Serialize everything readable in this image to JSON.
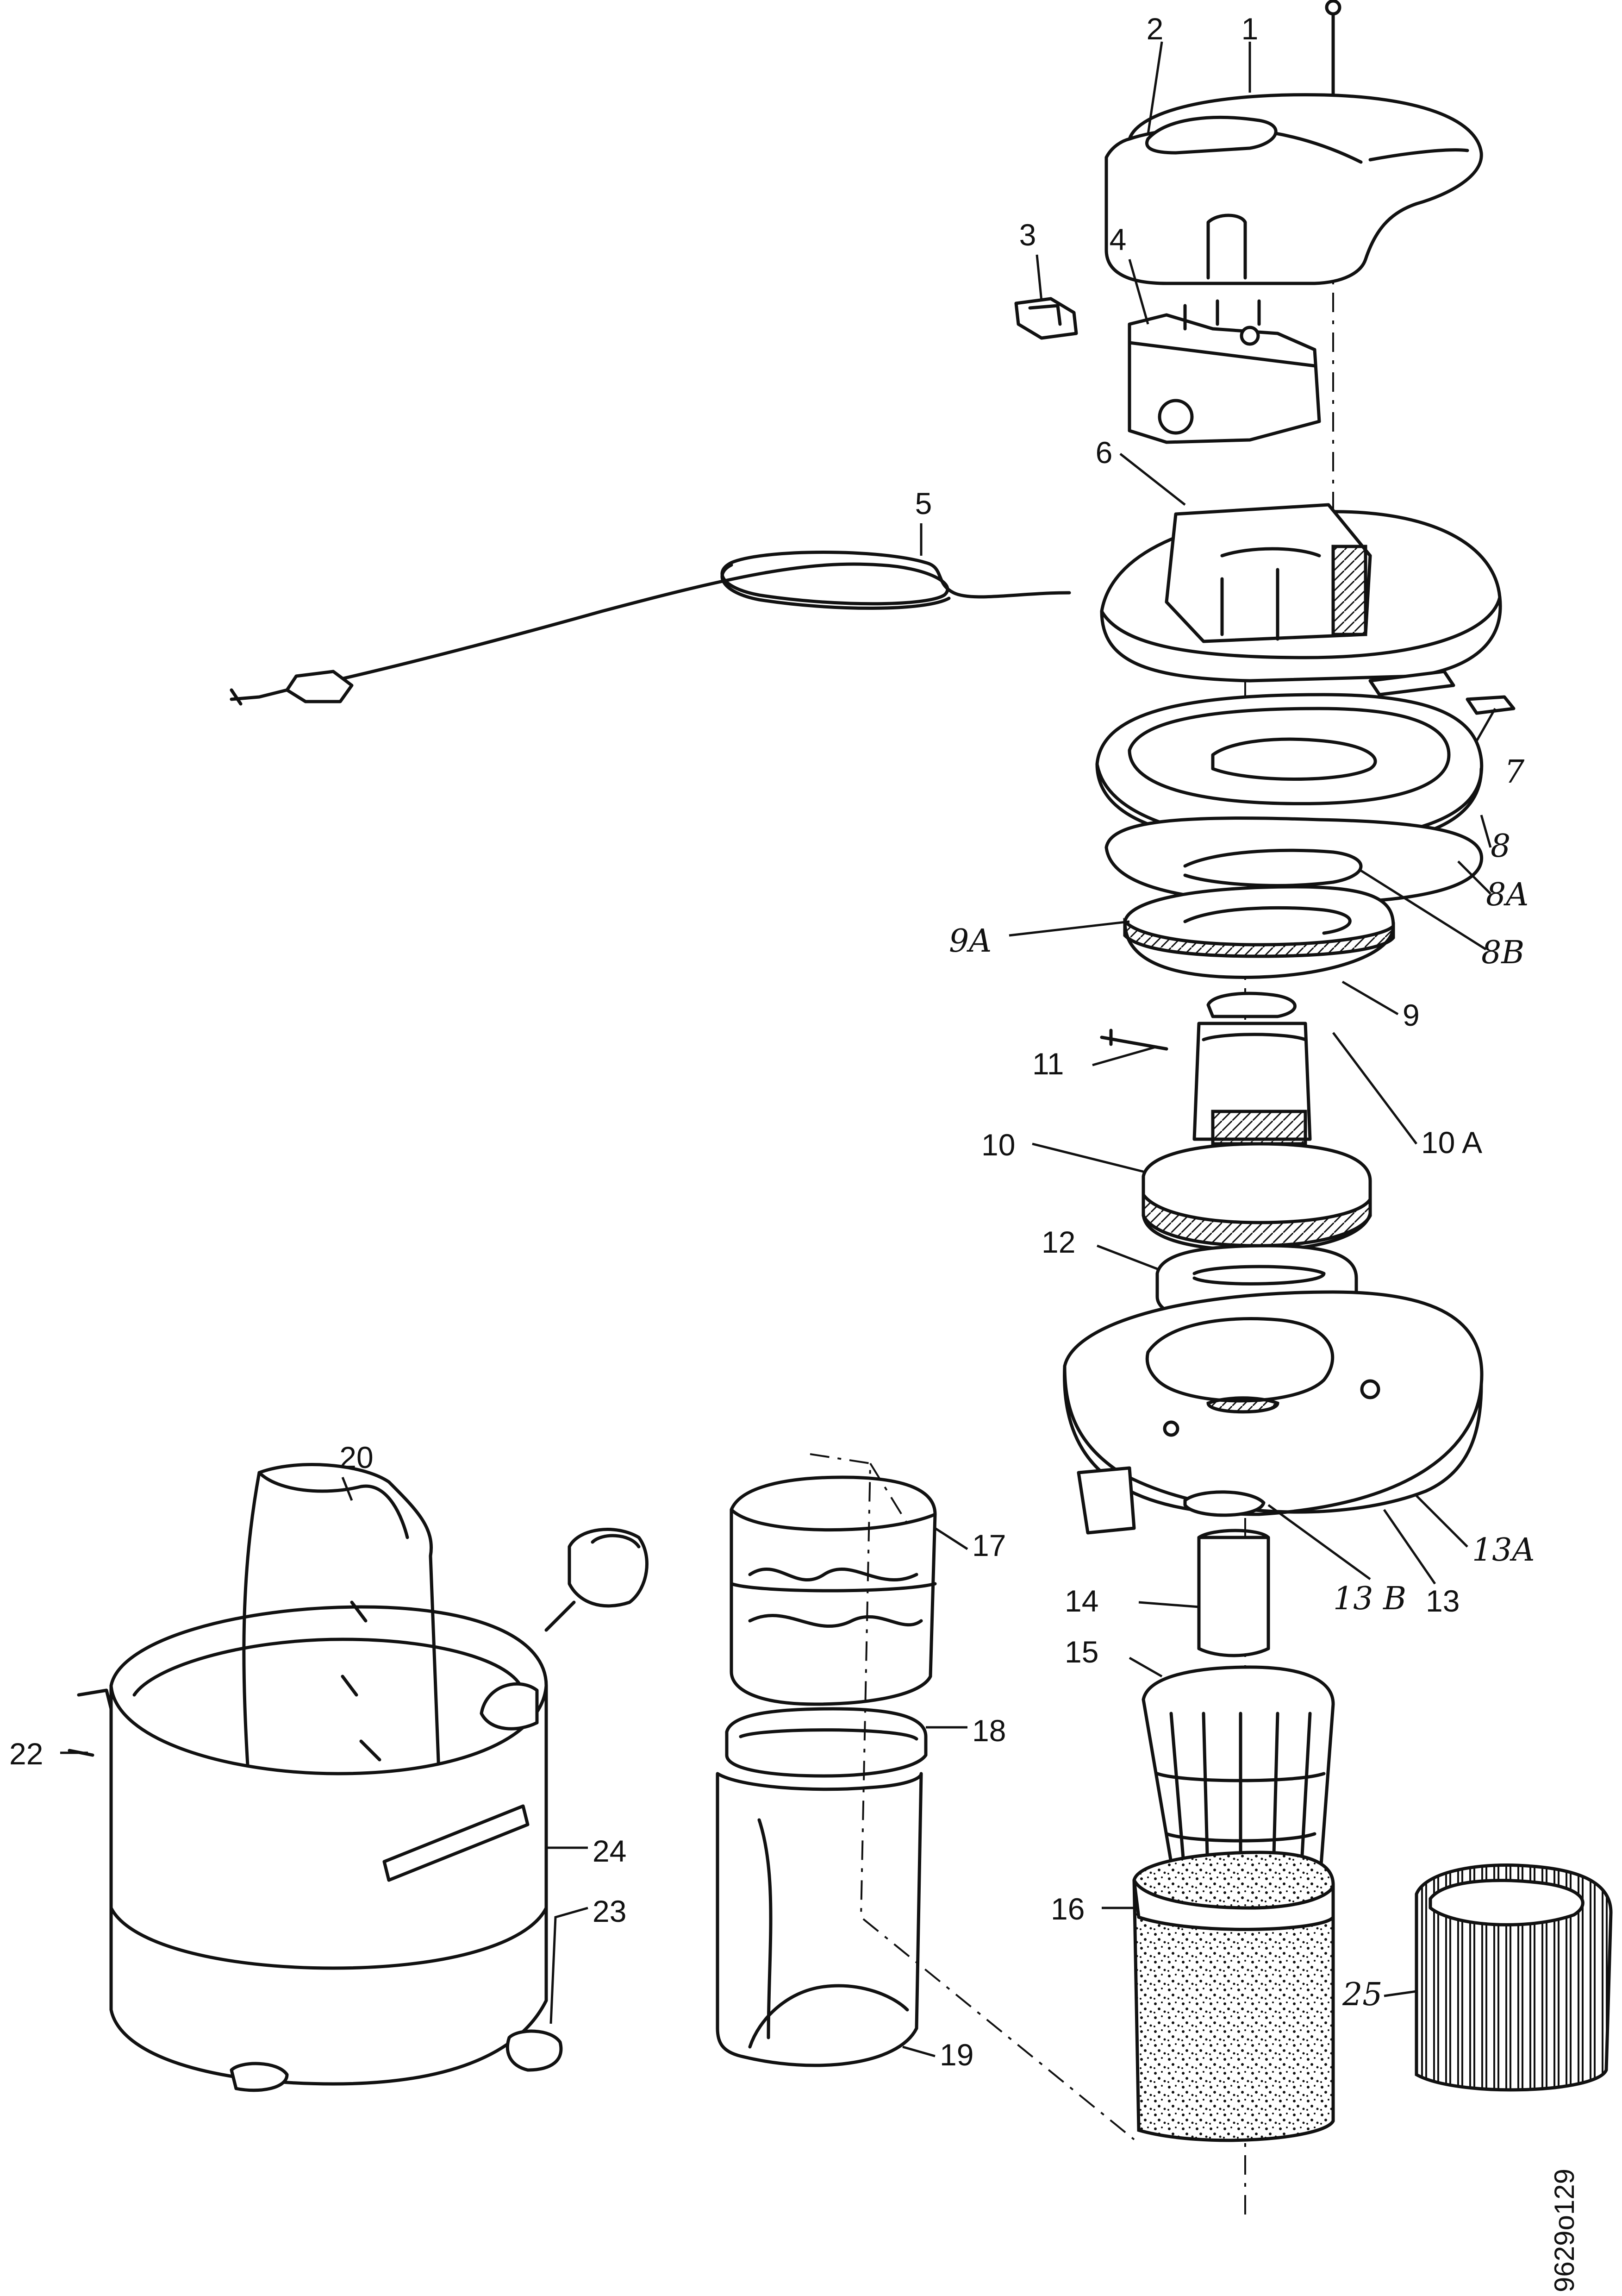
{
  "labels": {
    "l1": "1",
    "l2": "2",
    "l3": "3",
    "l4": "4",
    "l5": "5",
    "l6": "6",
    "l7": "7",
    "l8": "8",
    "l8a": "8A",
    "l8b": "8B",
    "l9": "9",
    "l9a": "9A",
    "l10": "10",
    "l10a": "10 A",
    "l11": "11",
    "l12": "12",
    "l13": "13",
    "l13a": "13A",
    "l13b": "13 B",
    "l14": "14",
    "l15": "15",
    "l16": "16",
    "l17": "17",
    "l18": "18",
    "l19": "19",
    "l20": "20",
    "l22": "22",
    "l23": "23",
    "l24": "24",
    "l25": "25"
  },
  "doc_ref": "9629o129"
}
